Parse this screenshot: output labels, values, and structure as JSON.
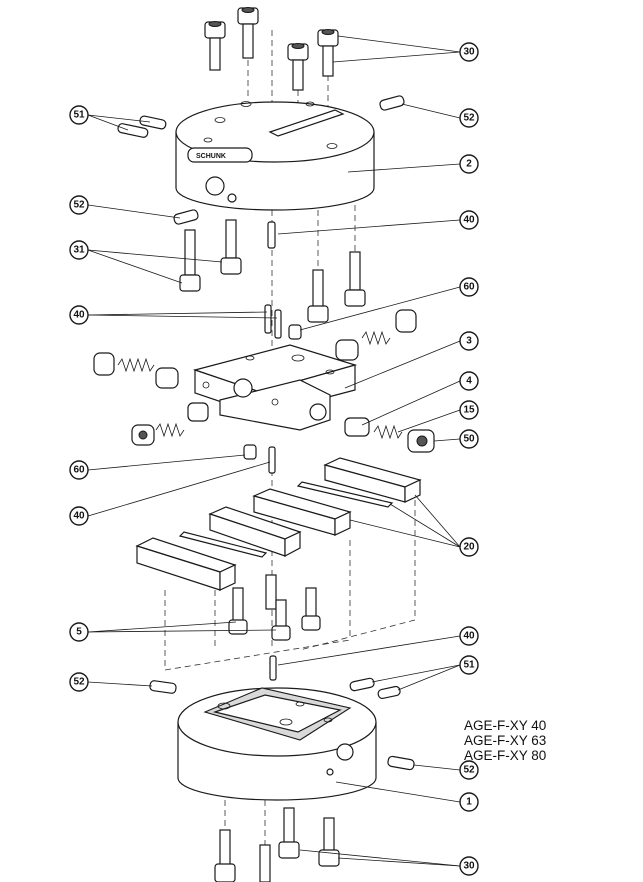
{
  "callouts": [
    {
      "label": "30"
    },
    {
      "label": "51"
    },
    {
      "label": "52"
    },
    {
      "label": "2"
    },
    {
      "label": "52"
    },
    {
      "label": "40"
    },
    {
      "label": "31"
    },
    {
      "label": "40"
    },
    {
      "label": "60"
    },
    {
      "label": "3"
    },
    {
      "label": "4"
    },
    {
      "label": "15"
    },
    {
      "label": "50"
    },
    {
      "label": "60"
    },
    {
      "label": "40"
    },
    {
      "label": "20"
    },
    {
      "label": "5"
    },
    {
      "label": "40"
    },
    {
      "label": "52"
    },
    {
      "label": "51"
    },
    {
      "label": "52"
    },
    {
      "label": "1"
    },
    {
      "label": "30"
    }
  ],
  "brand_mark": "SCHUNK",
  "models": [
    "AGE-F-XY 40",
    "AGE-F-XY 63",
    "AGE-F-XY 80"
  ]
}
